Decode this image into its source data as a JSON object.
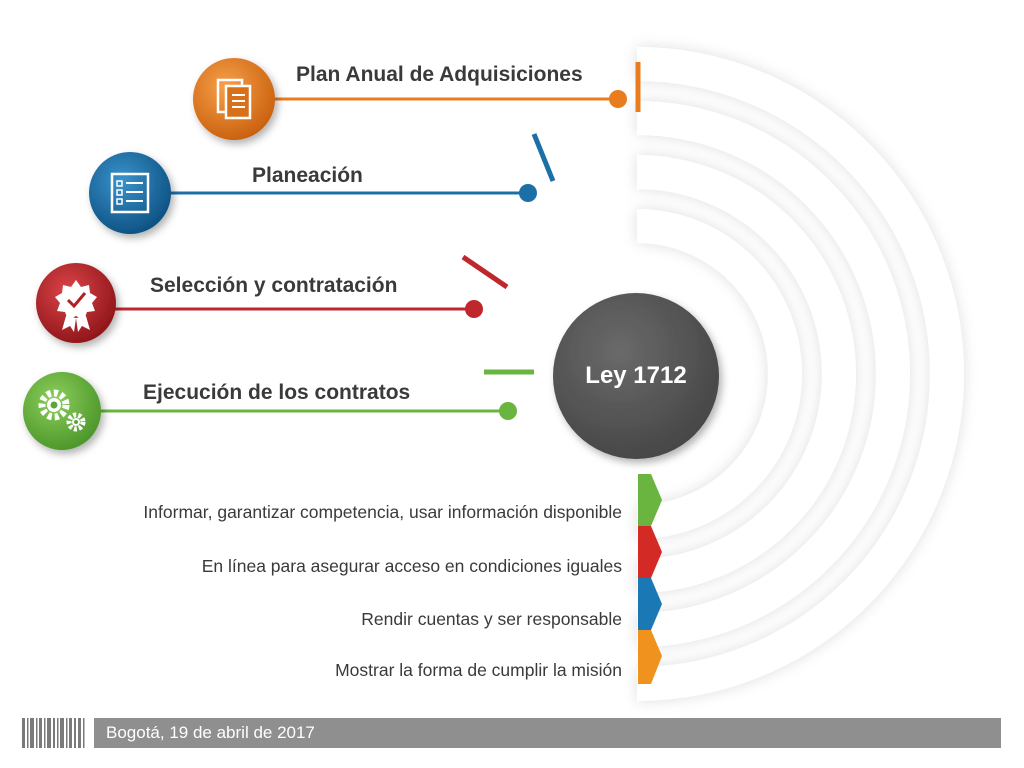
{
  "stages": [
    {
      "label": "Plan Anual de Adquisiciones",
      "color": "#e87c1e",
      "icon": "document-list-icon"
    },
    {
      "label": "Planeación",
      "color": "#1d6fa8",
      "icon": "checklist-icon"
    },
    {
      "label": "Selección y contratación",
      "color": "#c0272d",
      "icon": "award-badge-icon"
    },
    {
      "label": "Ejecución de los contratos",
      "color": "#6ab440",
      "icon": "gears-icon"
    }
  ],
  "center": {
    "label": "Ley 1712",
    "color": "#555555"
  },
  "principles": [
    {
      "text": "Informar, garantizar competencia, usar información disponible",
      "color": "#6ab440"
    },
    {
      "text": "En línea para asegurar acceso en condiciones iguales",
      "color": "#d42a26"
    },
    {
      "text": "Rendir cuentas y ser responsable",
      "color": "#1a78b5"
    },
    {
      "text": "Mostrar la forma de cumplir la misión",
      "color": "#f0921e"
    }
  ],
  "footer": {
    "text": "Bogotá, 19 de abril de 2017"
  }
}
